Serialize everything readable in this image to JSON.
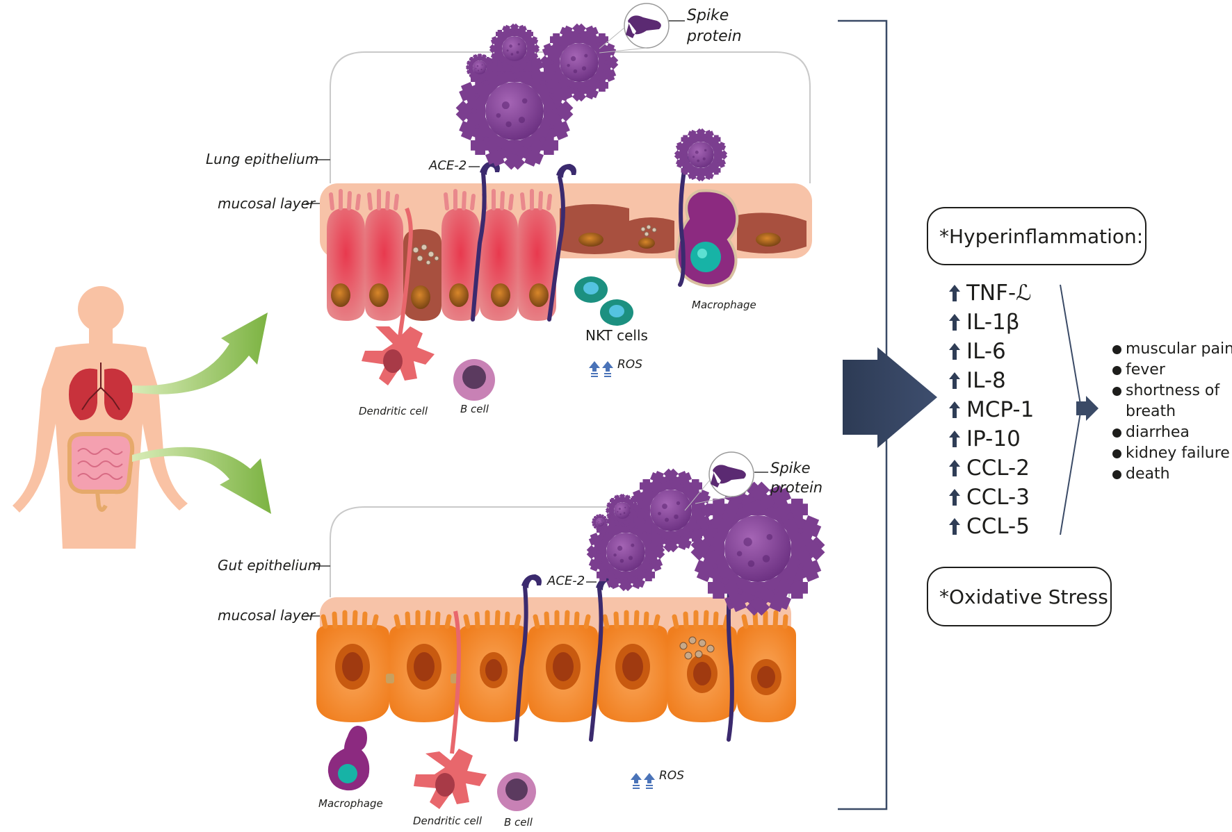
{
  "colors": {
    "virus": "#7b3e8f",
    "ace2": "#3b2a6e",
    "mucosa": "#f7c3a8",
    "lung_cell": "#e56b6f",
    "gut_cell": "#f08a2c",
    "arrow_green": "#8fc04f",
    "big_arrow": "#2f3d56",
    "bracket": "#3a4a66"
  },
  "lung": {
    "spike_label": "Spike\nprotein",
    "epithelium_label": "Lung epithelium",
    "mucosal_label": "mucosal layer",
    "ace2_label": "ACE-2",
    "macrophage_label": "Macrophage",
    "nkt_label": "NKT cells",
    "ros_label": "ROS",
    "dendritic_label": "Dendritic cell",
    "bcell_label": "B cell"
  },
  "gut": {
    "spike_label": "Spike\nprotein",
    "epithelium_label": "Gut epithelium",
    "mucosal_label": "mucosal layer",
    "ace2_label": "ACE-2",
    "macrophage_label": "Macrophage",
    "ros_label": "ROS",
    "dendritic_label": "Dendritic cell",
    "bcell_label": "B cell"
  },
  "hyperinflammation_label": "*Hyperinflammation:",
  "oxidative_label": "*Oxidative Stress",
  "cytokines": [
    "TNF-ℒ",
    "IL-1β",
    "IL-6",
    "IL-8",
    "MCP-1",
    "IP-10",
    "CCL-2",
    "CCL-3",
    "CCL-5"
  ],
  "symptoms": [
    "muscular pain",
    "fever",
    "shortness of",
    "breath",
    "diarrhea",
    "kidney failure",
    "death"
  ]
}
